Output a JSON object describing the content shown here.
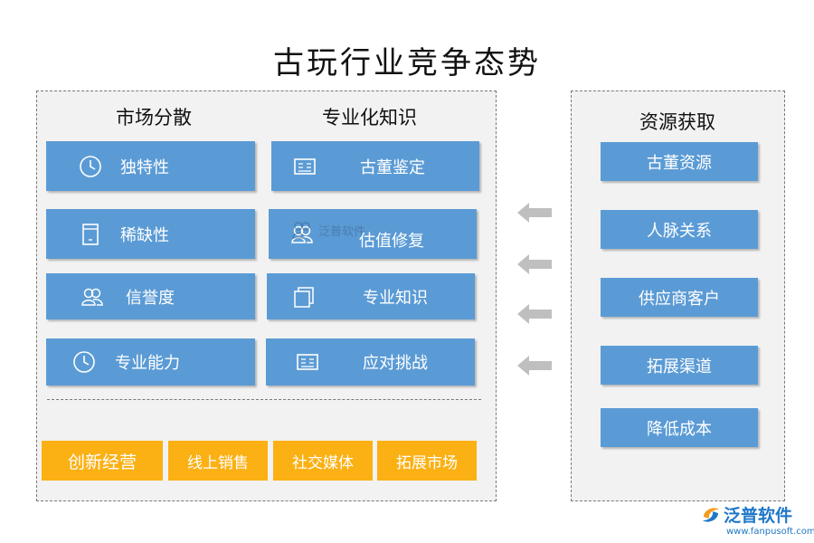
{
  "title": "古玩行业竞争态势",
  "left_panel": {
    "heading_market": "市场分散",
    "heading_knowledge": "专业化知识",
    "market_items": [
      {
        "label": "独特性",
        "icon": "clock-icon"
      },
      {
        "label": "稀缺性",
        "icon": "document-icon"
      },
      {
        "label": "信誉度",
        "icon": "people-icon"
      },
      {
        "label": "专业能力",
        "icon": "clock-icon"
      }
    ],
    "knowledge_items": [
      {
        "label": "古董鉴定",
        "icon": "ledger-icon"
      },
      {
        "label": "估值修复",
        "icon": "people-icon"
      },
      {
        "label": "专业知识",
        "icon": "pages-icon"
      },
      {
        "label": "应对挑战",
        "icon": "ledger-icon"
      }
    ],
    "bottom_items": [
      "创新经营",
      "线上销售",
      "社交媒体",
      "拓展市场"
    ]
  },
  "right_panel": {
    "heading": "资源获取",
    "items": [
      "古董资源",
      "人脉关系",
      "供应商客户",
      "拓展渠道",
      "降低成本"
    ]
  },
  "watermark": {
    "text": "泛普软件"
  },
  "logo": {
    "brand": "泛普软件",
    "url": "www.fanpusoft.com"
  },
  "colors": {
    "box_blue": "#5b9bd5",
    "box_orange": "#fbb013",
    "panel_bg": "#f2f2f2",
    "arrow_gray": "#bfbfbf"
  }
}
